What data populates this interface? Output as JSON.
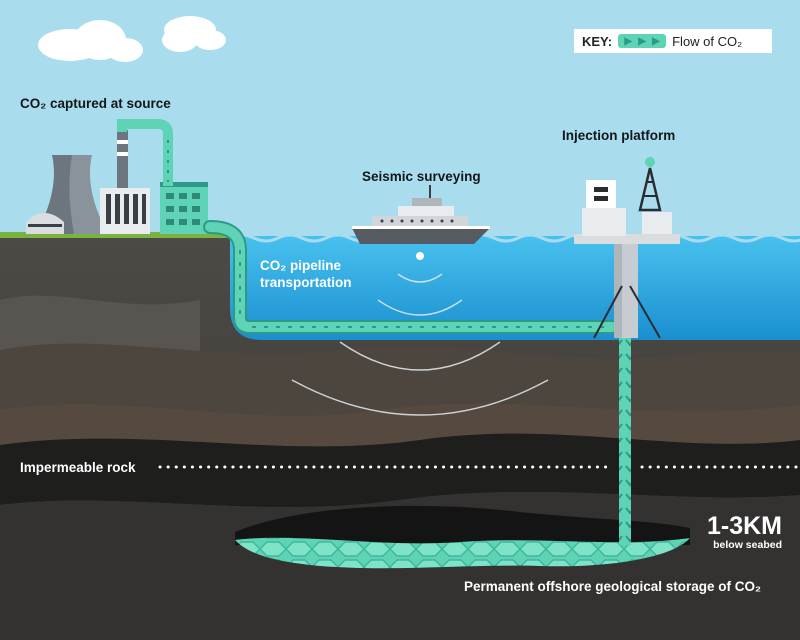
{
  "key": {
    "title": "KEY:",
    "label": "Flow of CO₂"
  },
  "labels": {
    "source": "CO₂ captured at source",
    "seismic": "Seismic surveying",
    "platform": "Injection platform",
    "pipeline_line1": "CO₂ pipeline",
    "pipeline_line2": "transportation",
    "impermeable": "Impermeable rock",
    "storage": "Permanent offshore geological storage of CO₂"
  },
  "depth": {
    "value": "1-3KM",
    "caption": "below seabed"
  },
  "colors": {
    "sky": "#a9ddee",
    "sea": "#29aee3",
    "co2_flow": "#5fd3b6",
    "rock_dark": "#343231",
    "impermeable": "#1e1e1d"
  },
  "icons": [
    "power-station-icon",
    "ship-icon",
    "oil-rig-icon",
    "cloud-icon",
    "chevron-icon"
  ]
}
